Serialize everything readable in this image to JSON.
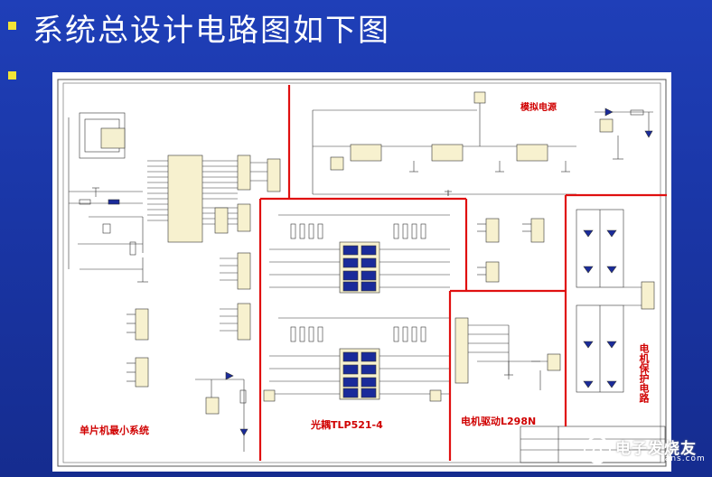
{
  "slide": {
    "title": "系统总设计电路图如下图",
    "bullet_color": "#f2e436",
    "background_color": "#1a36a6"
  },
  "schematic": {
    "labels": {
      "analog_power": "模拟电源",
      "mcu_system": "单片机最小系统",
      "optocoupler": "光耦TLP521-4",
      "motor_driver": "电机驱动L298N",
      "motor_protection": "电机保护电路"
    },
    "divider_color": "#e01010"
  },
  "watermark": {
    "text": "电子发烧友",
    "url": "www.elecfans.com"
  }
}
